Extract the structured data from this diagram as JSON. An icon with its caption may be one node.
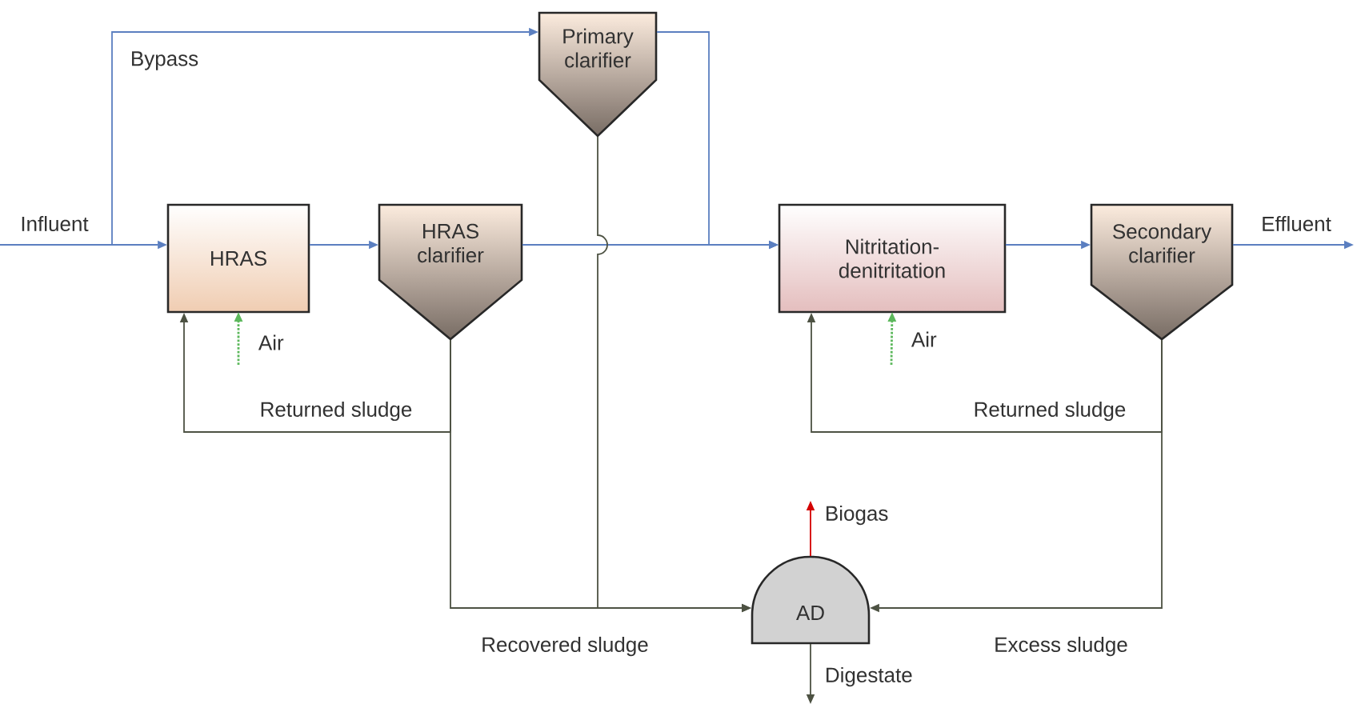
{
  "diagram": {
    "nodes": [
      {
        "text": [
          "Primary clarifier"
        ]
      },
      {
        "text": [
          "HRAS"
        ]
      },
      {
        "text": [
          "HRAS clarifier"
        ]
      },
      {
        "text": [
          "Nitritation-denitritation"
        ]
      },
      {
        "text": [
          "Secondary clarifier"
        ]
      },
      {
        "text": [
          "AD"
        ]
      }
    ],
    "edges": [
      {
        "from": null,
        "to": 1,
        "arrow": "to",
        "label": "Influent"
      },
      {
        "from": null,
        "to": 0,
        "arrow": "to",
        "label": "Bypass"
      },
      {
        "from": 1,
        "to": 2,
        "arrow": "to"
      },
      {
        "from": 2,
        "to": 3,
        "arrow": "to"
      },
      {
        "from": 0,
        "to": 3,
        "arrow": "to"
      },
      {
        "from": 3,
        "to": 4,
        "arrow": "to"
      },
      {
        "from": 4,
        "to": null,
        "arrow": "to",
        "label": "Effluent"
      },
      {
        "from": null,
        "to": 1,
        "arrow": "to",
        "label": "Air",
        "style": "dashed",
        "color": "#5cb85c"
      },
      {
        "from": null,
        "to": 3,
        "arrow": "to",
        "label": "Air",
        "style": "dashed",
        "color": "#5cb85c"
      },
      {
        "from": 2,
        "to": 1,
        "arrow": "to",
        "label": "Returned sludge",
        "color": "#4d5243"
      },
      {
        "from": 4,
        "to": 3,
        "arrow": "to",
        "label": "Returned sludge",
        "color": "#4d5243"
      },
      {
        "from": 2,
        "to": 5,
        "arrow": "to",
        "label": "Recovered sludge",
        "color": "#4d5243"
      },
      {
        "from": 0,
        "to": 5,
        "arrow": "to",
        "color": "#4d5243"
      },
      {
        "from": 4,
        "to": 5,
        "arrow": "to",
        "label": "Excess sludge",
        "color": "#4d5243"
      },
      {
        "from": 5,
        "to": null,
        "arrow": "to",
        "label": "Biogas",
        "color": "#d40000"
      },
      {
        "from": 5,
        "to": null,
        "arrow": "to",
        "label": "Digestate",
        "color": "#4d5243"
      }
    ]
  }
}
